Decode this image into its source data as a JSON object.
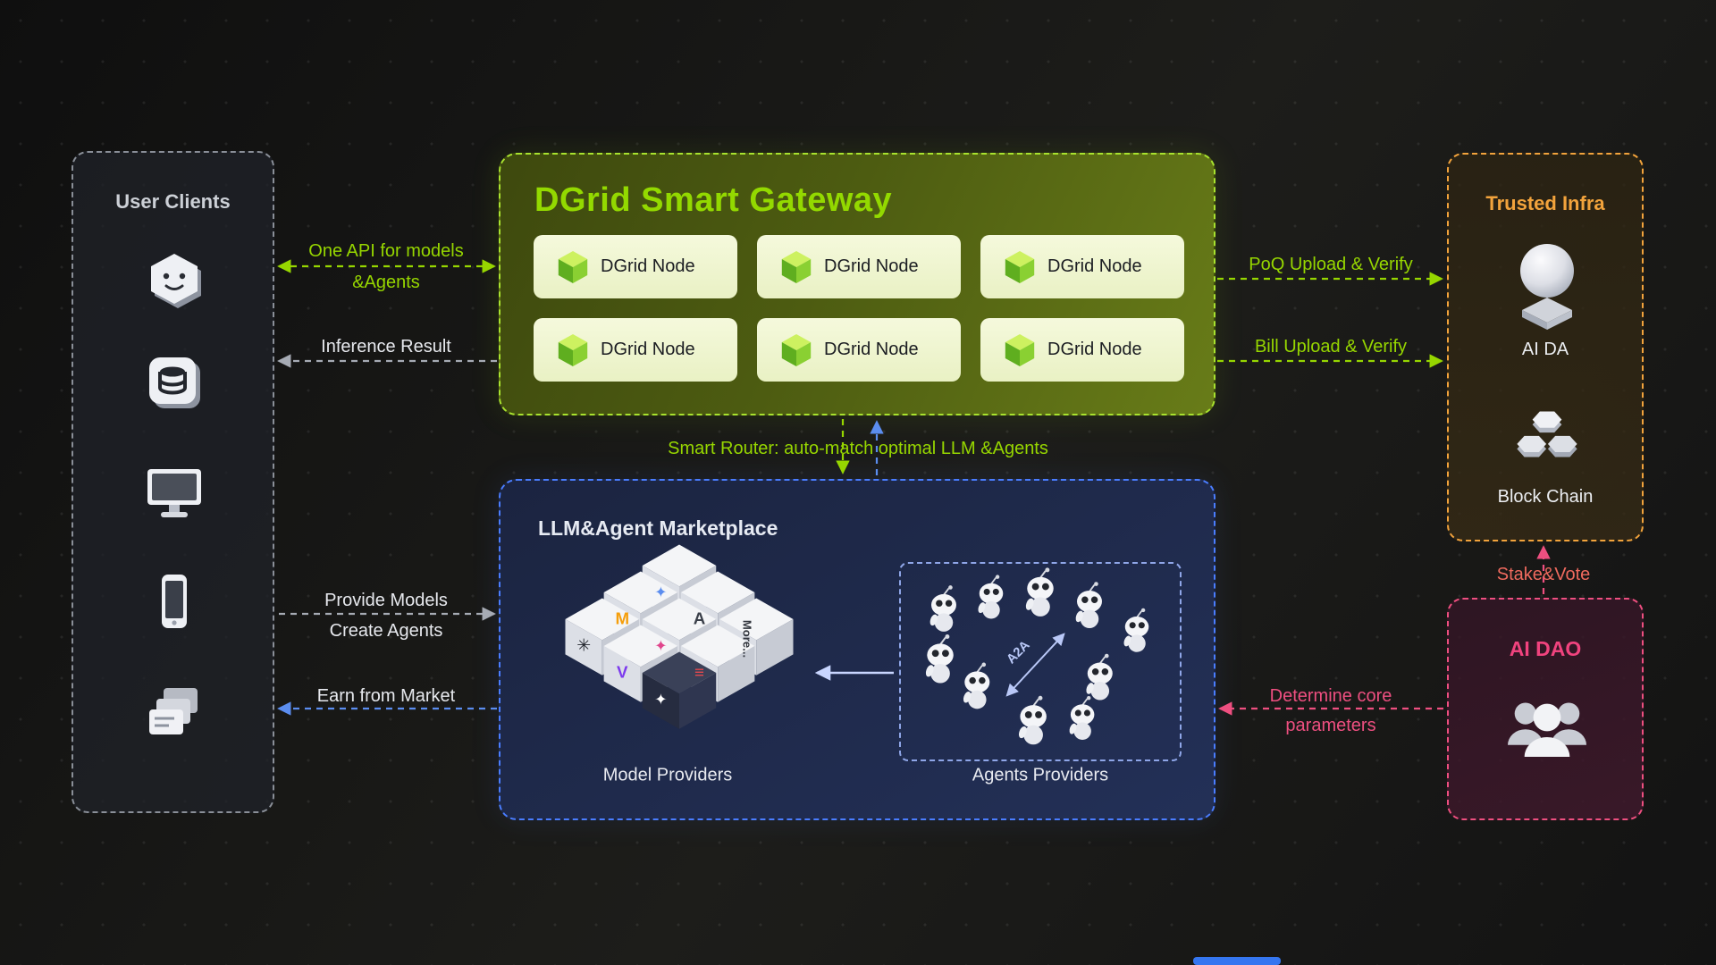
{
  "user_clients": {
    "title": "User Clients",
    "icon_names": [
      "hexagon-app-icon",
      "stack-app-icon",
      "desktop-icon",
      "phone-icon",
      "documents-icon"
    ]
  },
  "gateway": {
    "title": "DGrid Smart Gateway",
    "node_label": "DGrid Node"
  },
  "trusted_infra": {
    "title": "Trusted Infra",
    "ai_da_label": "AI DA",
    "blockchain_label": "Block Chain"
  },
  "marketplace": {
    "title": "LLM&Agent Marketplace",
    "model_providers_label": "Model Providers",
    "agents_providers_label": "Agents Providers",
    "a2a_label": "A2A",
    "more_label": "More...",
    "provider_logo_names": [
      "gemini-sparkle",
      "mistral-m",
      "anthropic-a",
      "openai-spiral",
      "pink-sparkle",
      "more-box",
      "v-mark",
      "triple-bars",
      "dark-box-sparkle"
    ]
  },
  "ai_dao": {
    "title": "AI DAO"
  },
  "edges": {
    "one_api_line1": "One API for models",
    "one_api_line2": "&Agents",
    "inference": "Inference Result",
    "poq": "PoQ Upload & Verify",
    "bill": "Bill Upload & Verify",
    "smart_router": "Smart Router: auto-match optimal LLM &Agents",
    "provide_line1": "Provide Models",
    "provide_line2": "Create Agents",
    "earn": "Earn from Market",
    "determine_line1": "Determine core",
    "determine_line2": "parameters",
    "stake": "Stake&Vote"
  },
  "colors": {
    "green": "#96d600",
    "gray": "#a6abb4",
    "blue": "#5b8def",
    "pink": "#ee4f80",
    "orange": "#f2a33c",
    "lavender": "#c9d6ff",
    "stake_label": "#ef6a5e"
  }
}
